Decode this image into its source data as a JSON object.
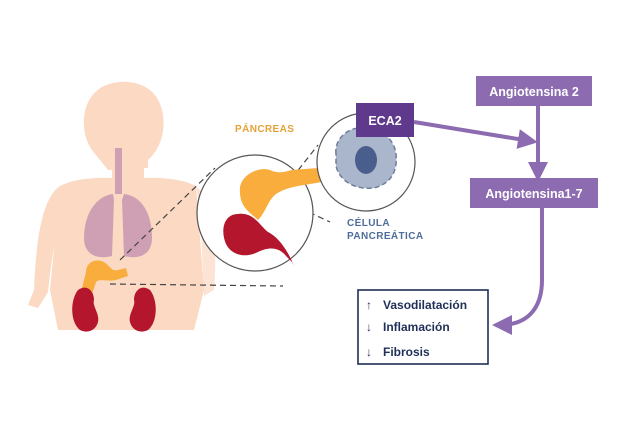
{
  "labels": {
    "pancreas": "PÁNCREAS",
    "cell_line1": "CÉLULA",
    "cell_line2": "PANCREÁTICA"
  },
  "boxes": {
    "eca2": "ECA2",
    "angiotensin2": "Angiotensina 2",
    "angiotensin17": "Angiotensina1-7"
  },
  "effects": [
    {
      "arrow": "↑",
      "text": "Vasodilatación"
    },
    {
      "arrow": "↓",
      "text": "Inflamación"
    },
    {
      "arrow": "↓",
      "text": "Fibrosis"
    }
  ],
  "colors": {
    "body": "#fbd9c3",
    "lungs": "#cfa0b4",
    "pancreas": "#f9ad3c",
    "kidney": "#b3162d",
    "purple_box": "#8c6bb1",
    "purple_dark": "#5f3a8c",
    "cell": "#a9b6cc",
    "nucleus": "#4a5e8e",
    "label_orange": "#e5a238",
    "label_blue": "#4f6d9a",
    "effects_border": "#1f2f57"
  }
}
